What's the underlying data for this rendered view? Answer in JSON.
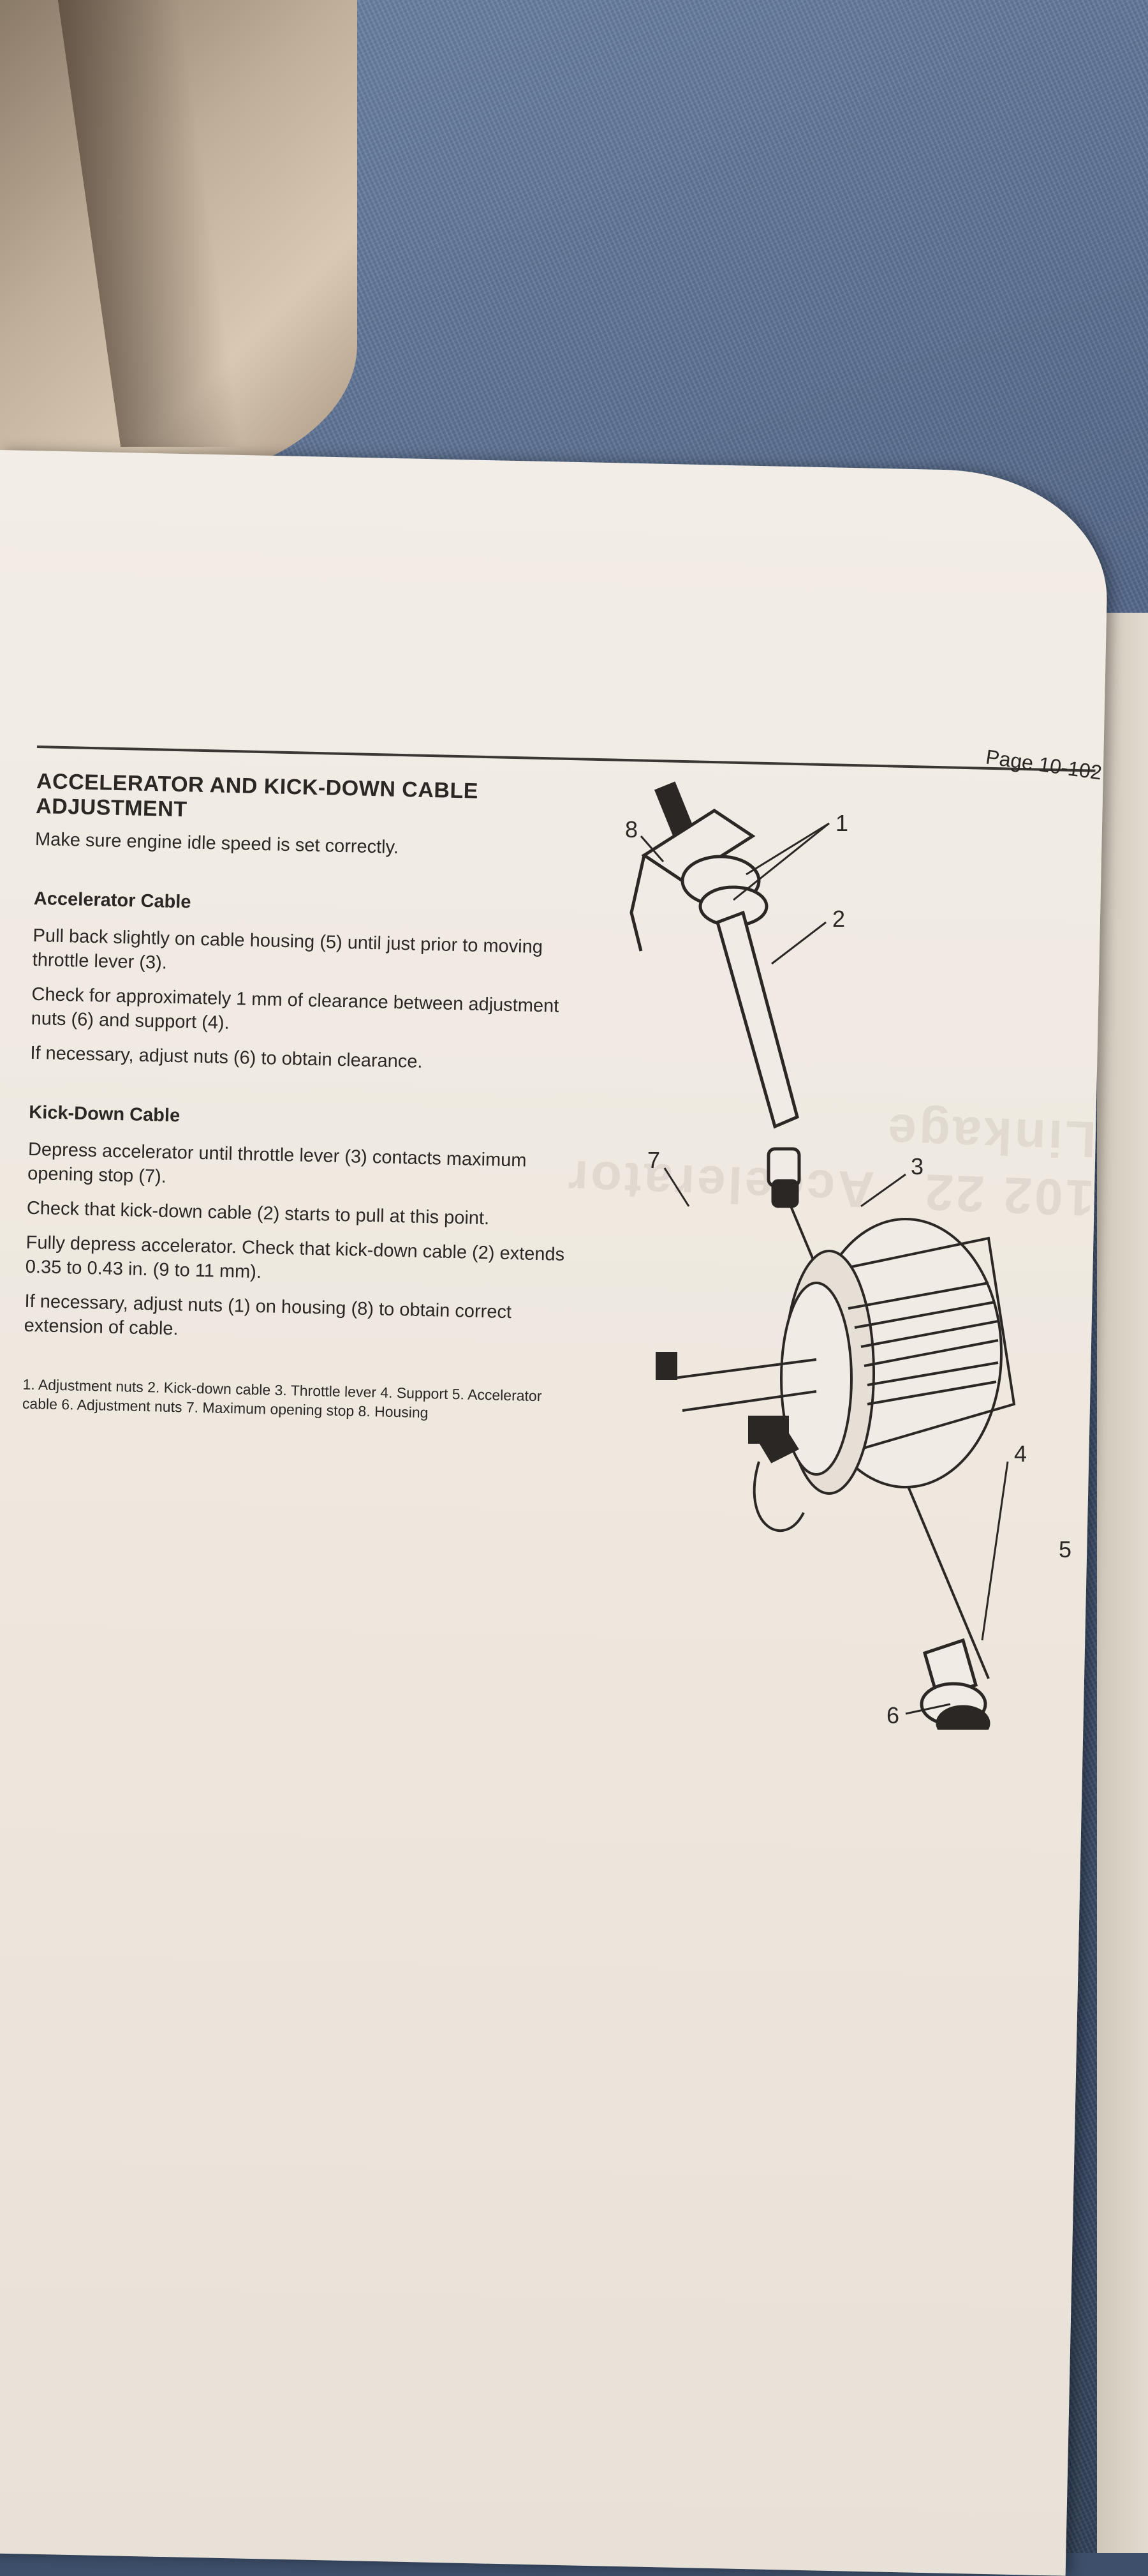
{
  "page": {
    "title": "ACCELERATOR AND KICK-DOWN CABLE ADJUSTMENT",
    "page_number": "Page 10-102",
    "intro": "Make sure engine idle speed is set correctly."
  },
  "sections": [
    {
      "heading": "Accelerator Cable",
      "paragraphs": [
        "Pull back slightly on cable housing (5) until just prior to moving throttle lever (3).",
        "Check for approximately 1 mm of clearance between adjustment nuts (6) and support (4).",
        "If necessary, adjust nuts (6) to obtain clearance."
      ]
    },
    {
      "heading": "Kick-Down Cable",
      "paragraphs": [
        "Depress accelerator until throttle lever (3) contacts maximum opening stop (7).",
        "Check that kick-down cable (2) starts to pull at this point.",
        "Fully depress accelerator. Check that kick-down cable (2) extends 0.35 to 0.43 in. (9 to 11 mm).",
        "If necessary, adjust nuts (1) on housing (8) to obtain correct extension of cable."
      ]
    }
  ],
  "caption": "1. Adjustment nuts   2. Kick-down cable   3. Throttle lever   4. Support   5. Accelerator cable   6. Adjustment nuts   7. Maximum opening stop   8. Housing",
  "diagram_callouts": {
    "c1": "1",
    "c2": "2",
    "c3": "3",
    "c4": "4",
    "c5": "5",
    "c6": "6",
    "c7": "7",
    "c8": "8"
  }
}
